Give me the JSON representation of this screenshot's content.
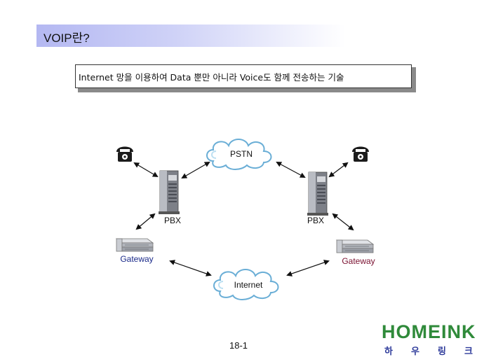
{
  "title": "VOIP란?",
  "definition": "Internet 망을 이용하여 Data 뿐만 아니라 Voice도 함께 전송하는 기술",
  "nodes": {
    "pstn": "PSTN",
    "internet": "Internet",
    "pbx_left": "PBX",
    "pbx_right": "PBX",
    "gateway_left": "Gateway",
    "gateway_right": "Gateway"
  },
  "icons": {
    "phone": "telephone-icon",
    "pbx": "pbx-server-icon",
    "gateway": "gateway-device-icon",
    "cloud": "cloud-icon"
  },
  "colors": {
    "gateway_left_label": "#1a2a8a",
    "gateway_right_label": "#7a1030",
    "cloud_stroke": "#6aaed6",
    "title_gradient": "#b4b8f2",
    "logo_green": "#2f8a3a",
    "logo_blue": "#2d3a9a"
  },
  "page_number": "18-1",
  "logo": {
    "name": "HOMEINK",
    "sub": [
      "하",
      "우",
      "링",
      "크"
    ]
  }
}
